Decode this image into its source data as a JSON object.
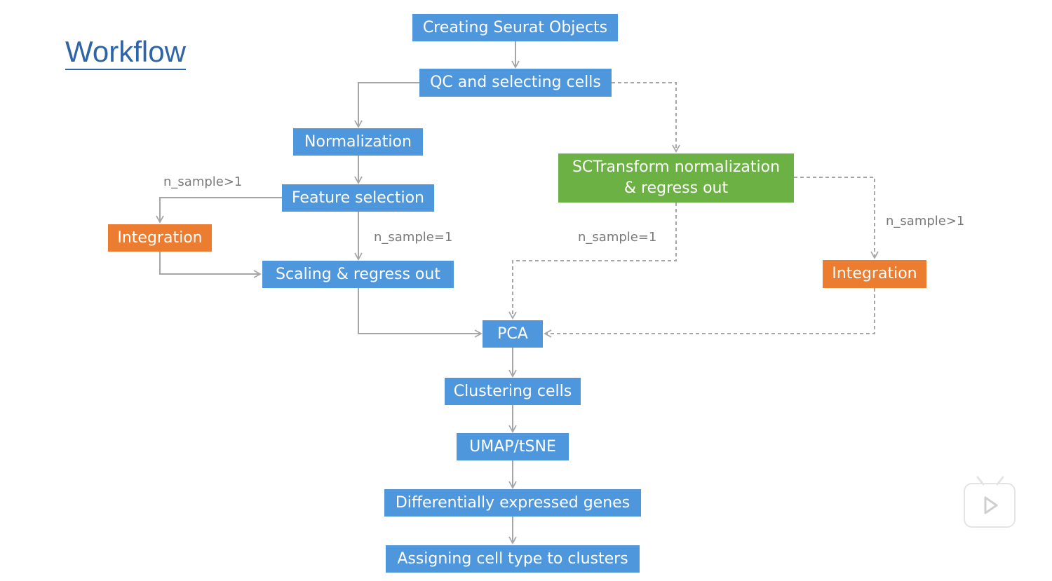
{
  "title": "Workflow",
  "nodes": {
    "create_seurat": "Creating Seurat Objects",
    "qc": "QC and selecting cells",
    "normalization": "Normalization",
    "sctransform_line1": "SCTransform normalization",
    "sctransform_line2": "& regress out",
    "feature_selection": "Feature selection",
    "integration_left": "Integration",
    "scaling": "Scaling & regress out",
    "integration_right": "Integration",
    "pca": "PCA",
    "clustering": "Clustering cells",
    "umap": "UMAP/tSNE",
    "deg": "Differentially expressed genes",
    "assign": "Assigning cell type to clusters"
  },
  "edge_labels": {
    "left_multi": "n_sample>1",
    "left_single": "n_sample=1",
    "right_single": "n_sample=1",
    "right_multi": "n_sample>1"
  },
  "colors": {
    "step": "#4f97dd",
    "sctransform": "#6bb143",
    "integration": "#ec7c2f",
    "title": "#2e64a8",
    "connector": "#a6a6a6"
  },
  "icons": {
    "player": "play-icon"
  }
}
